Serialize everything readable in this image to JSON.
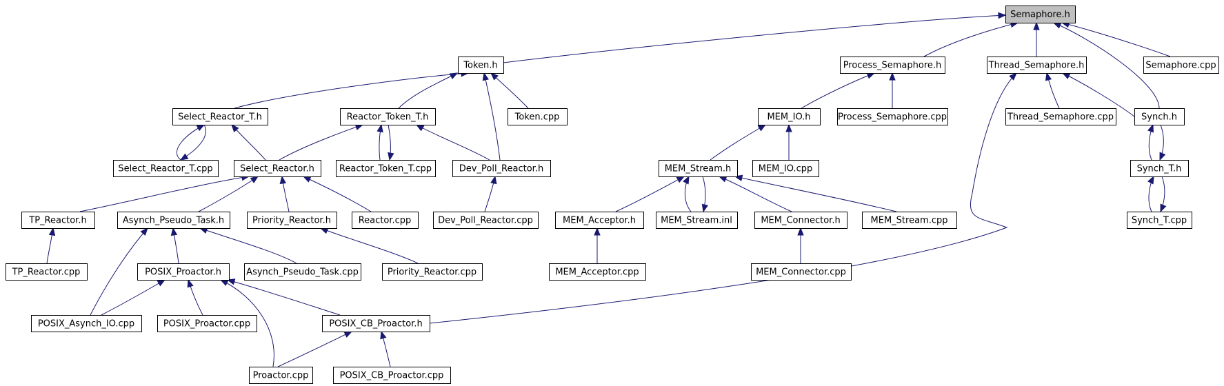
{
  "graph": {
    "root": "Semaphore.h",
    "colors": {
      "edge": "#191970",
      "node_border": "#000000",
      "root_fill": "#bfbfbf",
      "node_fill": "#ffffff"
    },
    "nodes": [
      {
        "id": "n0",
        "label": "Semaphore.h",
        "root": true
      },
      {
        "id": "n1",
        "label": "Token.h"
      },
      {
        "id": "n2",
        "label": "Process_Semaphore.h"
      },
      {
        "id": "n3",
        "label": "Thread_Semaphore.h"
      },
      {
        "id": "n4",
        "label": "Semaphore.cpp"
      },
      {
        "id": "n5",
        "label": "Select_Reactor_T.h"
      },
      {
        "id": "n6",
        "label": "Reactor_Token_T.h"
      },
      {
        "id": "n7",
        "label": "Token.cpp"
      },
      {
        "id": "n8",
        "label": "MEM_IO.h"
      },
      {
        "id": "n9",
        "label": "Process_Semaphore.cpp"
      },
      {
        "id": "n10",
        "label": "Thread_Semaphore.cpp"
      },
      {
        "id": "n11",
        "label": "Synch.h"
      },
      {
        "id": "n12",
        "label": "Select_Reactor_T.cpp"
      },
      {
        "id": "n13",
        "label": "Select_Reactor.h"
      },
      {
        "id": "n14",
        "label": "Reactor_Token_T.cpp"
      },
      {
        "id": "n15",
        "label": "Dev_Poll_Reactor.h"
      },
      {
        "id": "n16",
        "label": "MEM_Stream.h"
      },
      {
        "id": "n17",
        "label": "MEM_IO.cpp"
      },
      {
        "id": "n18",
        "label": "Synch_T.h"
      },
      {
        "id": "n19",
        "label": "TP_Reactor.h"
      },
      {
        "id": "n20",
        "label": "Asynch_Pseudo_Task.h"
      },
      {
        "id": "n21",
        "label": "Priority_Reactor.h"
      },
      {
        "id": "n22",
        "label": "Reactor.cpp"
      },
      {
        "id": "n23",
        "label": "Dev_Poll_Reactor.cpp"
      },
      {
        "id": "n24",
        "label": "MEM_Acceptor.h"
      },
      {
        "id": "n25",
        "label": "MEM_Stream.inl"
      },
      {
        "id": "n26",
        "label": "MEM_Connector.h"
      },
      {
        "id": "n27",
        "label": "MEM_Stream.cpp"
      },
      {
        "id": "n28",
        "label": "Synch_T.cpp"
      },
      {
        "id": "n29",
        "label": "TP_Reactor.cpp"
      },
      {
        "id": "n30",
        "label": "POSIX_Proactor.h"
      },
      {
        "id": "n31",
        "label": "Asynch_Pseudo_Task.cpp"
      },
      {
        "id": "n32",
        "label": "Priority_Reactor.cpp"
      },
      {
        "id": "n33",
        "label": "MEM_Acceptor.cpp"
      },
      {
        "id": "n34",
        "label": "MEM_Connector.cpp"
      },
      {
        "id": "n35",
        "label": "POSIX_Asynch_IO.cpp"
      },
      {
        "id": "n36",
        "label": "POSIX_Proactor.cpp"
      },
      {
        "id": "n37",
        "label": "POSIX_CB_Proactor.h"
      },
      {
        "id": "n38",
        "label": "Proactor.cpp"
      },
      {
        "id": "n39",
        "label": "POSIX_CB_Proactor.cpp"
      }
    ],
    "edges": [
      {
        "from": "n1",
        "to": "n0"
      },
      {
        "from": "n2",
        "to": "n0"
      },
      {
        "from": "n3",
        "to": "n0"
      },
      {
        "from": "n4",
        "to": "n0"
      },
      {
        "from": "n11",
        "to": "n0"
      },
      {
        "from": "n5",
        "to": "n1"
      },
      {
        "from": "n6",
        "to": "n1"
      },
      {
        "from": "n7",
        "to": "n1"
      },
      {
        "from": "n15",
        "to": "n1"
      },
      {
        "from": "n8",
        "to": "n2"
      },
      {
        "from": "n9",
        "to": "n2"
      },
      {
        "from": "n10",
        "to": "n3"
      },
      {
        "from": "n11",
        "to": "n3"
      },
      {
        "from": "n37",
        "to": "n3"
      },
      {
        "from": "n12",
        "to": "n5"
      },
      {
        "from": "n5",
        "to": "n12"
      },
      {
        "from": "n13",
        "to": "n5"
      },
      {
        "from": "n14",
        "to": "n6"
      },
      {
        "from": "n6",
        "to": "n14"
      },
      {
        "from": "n13",
        "to": "n6"
      },
      {
        "from": "n15",
        "to": "n6"
      },
      {
        "from": "n23",
        "to": "n15"
      },
      {
        "from": "n16",
        "to": "n8"
      },
      {
        "from": "n17",
        "to": "n8"
      },
      {
        "from": "n18",
        "to": "n11"
      },
      {
        "from": "n11",
        "to": "n18"
      },
      {
        "from": "n28",
        "to": "n18"
      },
      {
        "from": "n18",
        "to": "n28"
      },
      {
        "from": "n19",
        "to": "n13"
      },
      {
        "from": "n20",
        "to": "n13"
      },
      {
        "from": "n21",
        "to": "n13"
      },
      {
        "from": "n22",
        "to": "n13"
      },
      {
        "from": "n29",
        "to": "n19"
      },
      {
        "from": "n30",
        "to": "n20"
      },
      {
        "from": "n31",
        "to": "n20"
      },
      {
        "from": "n35",
        "to": "n20"
      },
      {
        "from": "n32",
        "to": "n21"
      },
      {
        "from": "n24",
        "to": "n16"
      },
      {
        "from": "n25",
        "to": "n16"
      },
      {
        "from": "n16",
        "to": "n25"
      },
      {
        "from": "n26",
        "to": "n16"
      },
      {
        "from": "n27",
        "to": "n16"
      },
      {
        "from": "n33",
        "to": "n24"
      },
      {
        "from": "n34",
        "to": "n26"
      },
      {
        "from": "n35",
        "to": "n30"
      },
      {
        "from": "n36",
        "to": "n30"
      },
      {
        "from": "n37",
        "to": "n30"
      },
      {
        "from": "n38",
        "to": "n30"
      },
      {
        "from": "n38",
        "to": "n37"
      },
      {
        "from": "n39",
        "to": "n37"
      }
    ]
  }
}
